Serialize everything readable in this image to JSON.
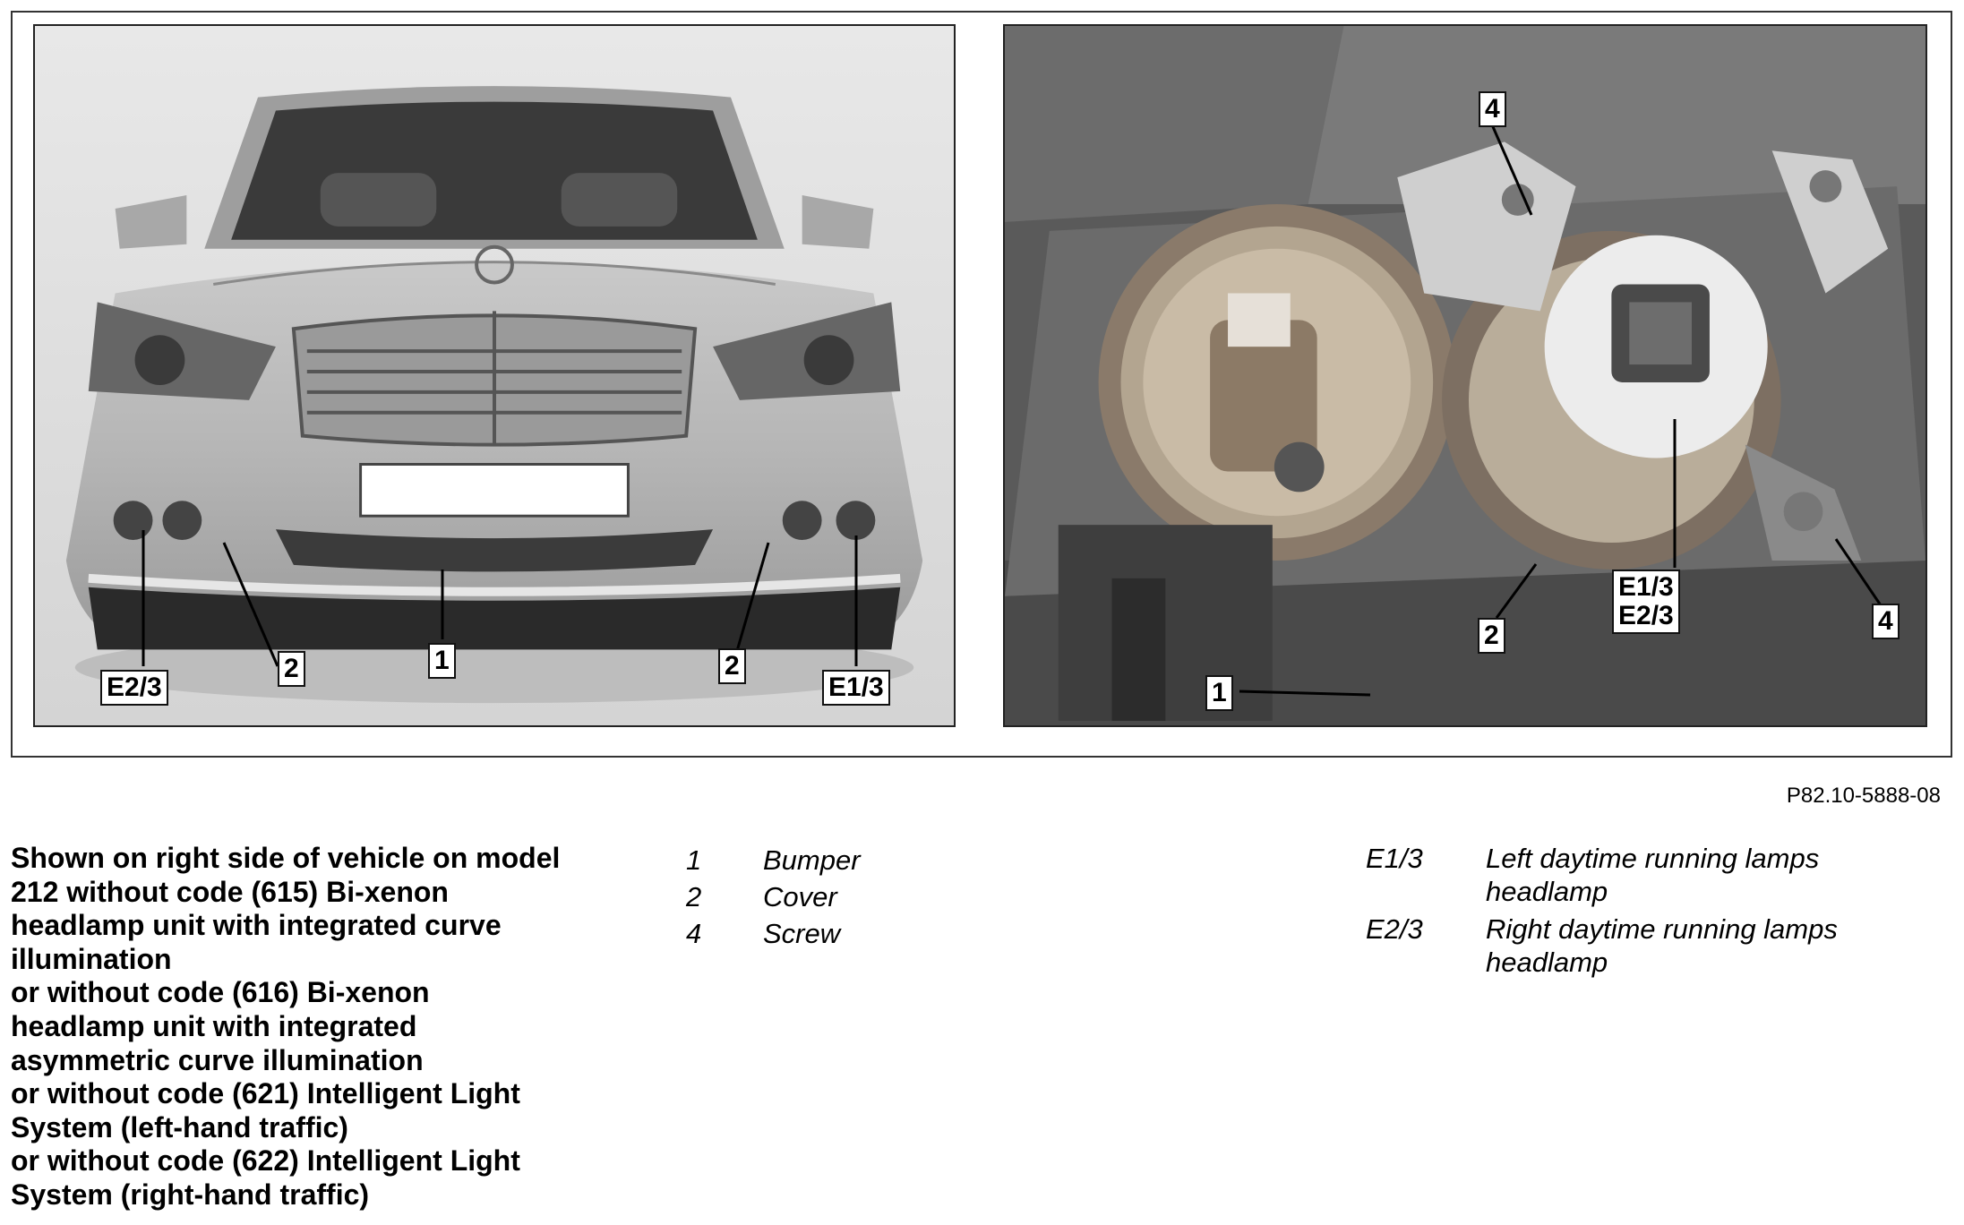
{
  "figure": {
    "left_callouts": {
      "e23": "E2/3",
      "c2a": "2",
      "c1": "1",
      "c2b": "2",
      "e13": "E1/3"
    },
    "right_callouts": {
      "c4a": "4",
      "e13_e23_line1": "E1/3",
      "e13_e23_line2": "E2/3",
      "c2": "2",
      "c4b": "4",
      "c1": "1"
    },
    "ref_code": "P82.10-5888-08"
  },
  "note_lines": [
    "Shown on right side of vehicle on model",
    "212 without code (615) Bi-xenon",
    "headlamp unit with integrated curve",
    "illumination",
    "or without code (616) Bi-xenon",
    "headlamp unit with integrated",
    "asymmetric curve illumination",
    "or without code (621) Intelligent Light",
    "System (left-hand traffic)",
    "or without code (622) Intelligent Light",
    "System (right-hand traffic)"
  ],
  "legend_items": [
    {
      "num": "1",
      "label": "Bumper"
    },
    {
      "num": "2",
      "label": "Cover"
    },
    {
      "num": "4",
      "label": "Screw"
    }
  ],
  "legend_codes": [
    {
      "code": "E1/3",
      "line1": "Left daytime running lamps",
      "line2": "headlamp"
    },
    {
      "code": "E2/3",
      "line1": "Right daytime running lamps",
      "line2": "headlamp"
    }
  ]
}
